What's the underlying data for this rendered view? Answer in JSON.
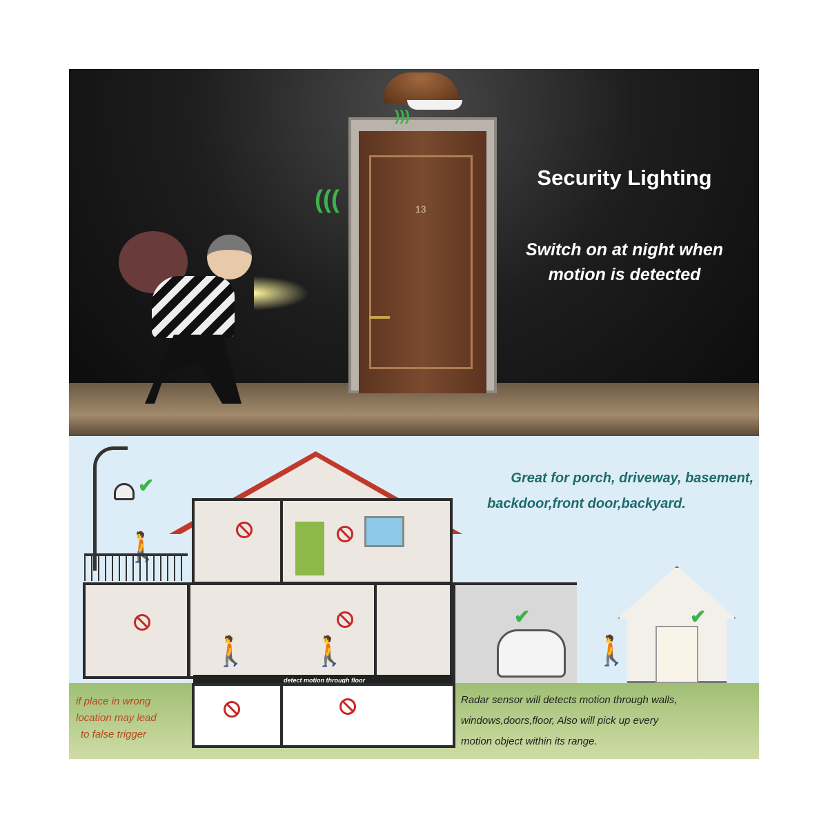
{
  "top_panel": {
    "title": "Security Lighting",
    "subtitle_line1": "Switch on at night when",
    "subtitle_line2": "motion is detected",
    "door_number": "13"
  },
  "bottom_panel": {
    "locations_line1": "Great for porch, driveway, basement,",
    "locations_line2": "backdoor,front door,backyard.",
    "floor_label": "detect motion through floor",
    "warning_line1": "if place in wrong",
    "warning_line2": "location may lead",
    "warning_line3": "to false trigger",
    "radar_line1": "Radar sensor will detects motion through walls,",
    "radar_line2": "windows,doors,floor, Also will pick up every",
    "radar_line3": "motion object within its range."
  },
  "colors": {
    "teal_text": "#1f6b6b",
    "warning_text": "#b5481c",
    "roof": "#c0392b",
    "ok_check": "#3cb44b",
    "no_sign": "#c62828"
  }
}
